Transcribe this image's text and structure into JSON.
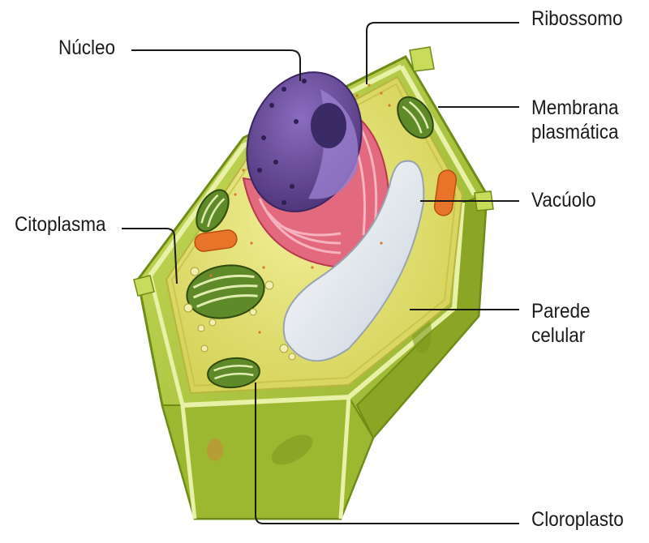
{
  "labels": {
    "nucleo": "Núcleo",
    "ribossomo": "Ribossomo",
    "membrana_line1": "Membrana",
    "membrana_line2": "plasmática",
    "vacuolo": "Vacúolo",
    "citoplasma": "Citoplasma",
    "parede_line1": "Parede",
    "parede_line2": "celular",
    "cloroplasto": "Cloroplasto"
  },
  "colors": {
    "cell_wall": "#a9c43a",
    "cell_wall_dark": "#7e9a1f",
    "cytoplasm": "#e6e37a",
    "nucleus": "#6e4f9c",
    "nucleolus": "#3a2a66",
    "golgi_er": "#e0607a",
    "vacuole": "#e4e9ee",
    "chloroplast": "#4e7a22",
    "mitochondrion": "#e8742a"
  }
}
